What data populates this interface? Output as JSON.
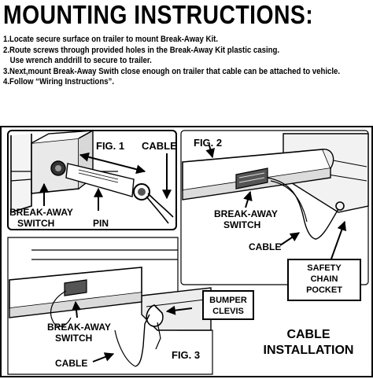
{
  "title": "MOUNTING INSTRUCTIONS:",
  "steps": [
    "1.Locate secure surface on trailer to mount Break-Away Kit.",
    "2.Route screws through provided holes in the Break-Away Kit plastic casing.",
    "Use wrench anddrill to secure to trailer.",
    "3.Next,mount Break-Away Swith close enough on trailer that cable can be attached to vehicle.",
    "4.Follow “Wiring Instructions”."
  ],
  "fig1": {
    "label": "FIG. 1",
    "cable": "CABLE",
    "switch_line1": "BREAK-AWAY",
    "switch_line2": "SWITCH",
    "pin": "PIN"
  },
  "fig2": {
    "label": "FIG. 2",
    "switch_line1": "BREAK-AWAY",
    "switch_line2": "SWITCH",
    "cable": "CABLE",
    "pocket_line1": "SAFETY",
    "pocket_line2": "CHAIN",
    "pocket_line3": "POCKET"
  },
  "fig3": {
    "label": "FIG. 3",
    "bumper_line1": "BUMPER",
    "bumper_line2": "CLEVIS",
    "switch_line1": "BREAK-AWAY",
    "switch_line2": "SWITCH",
    "cable": "CABLE"
  },
  "caption_line1": "CABLE",
  "caption_line2": "INSTALLATION"
}
